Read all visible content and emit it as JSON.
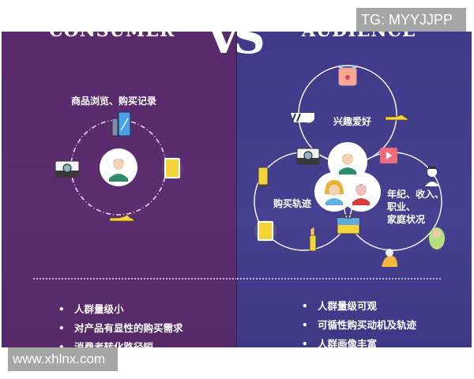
{
  "watermarks": {
    "top_right": "TG: MYYJJPP",
    "bottom_left": "www.xhlnx.com"
  },
  "header": {
    "left_title": "CONSUMER",
    "vs_left": "V",
    "vs_right": "S",
    "right_title": "AUDIENCE"
  },
  "left": {
    "caption": "商品浏览、购买记录",
    "icons": [
      "phone-icon",
      "tablet-icon",
      "shoe-icon",
      "camera-icon"
    ],
    "center_icon": "person-icon",
    "bullets": [
      "人群量级小",
      "对产品有显性的购买需求",
      "消费者转化路径短"
    ]
  },
  "right": {
    "circles": [
      {
        "label": "兴趣爱好",
        "icons": [
          "pig-toy-icon",
          "shoe-icon",
          "vr-goggles-icon"
        ]
      },
      {
        "label": "购买轨迹",
        "icons": [
          "camera-icon",
          "lotion-icon",
          "tablet-icon",
          "lipstick-icon",
          "briefcase-icon"
        ]
      },
      {
        "label_lines": [
          "年纪、收入、",
          "职业、",
          "家庭状况"
        ],
        "icons": [
          "video-icon",
          "doctor-icon",
          "baby-icon",
          "elder-icon"
        ]
      }
    ],
    "center_icons": [
      "man-icon",
      "woman-icon",
      "boy-icon"
    ],
    "bullets": [
      "人群量级可观",
      "可循性购买动机及轨迹",
      "人群画像丰富"
    ]
  },
  "colors": {
    "left_bg": "#5a2a6c",
    "right_bg": "#433c8c",
    "accent_yellow": "#f5d33a",
    "white": "#ffffff"
  }
}
